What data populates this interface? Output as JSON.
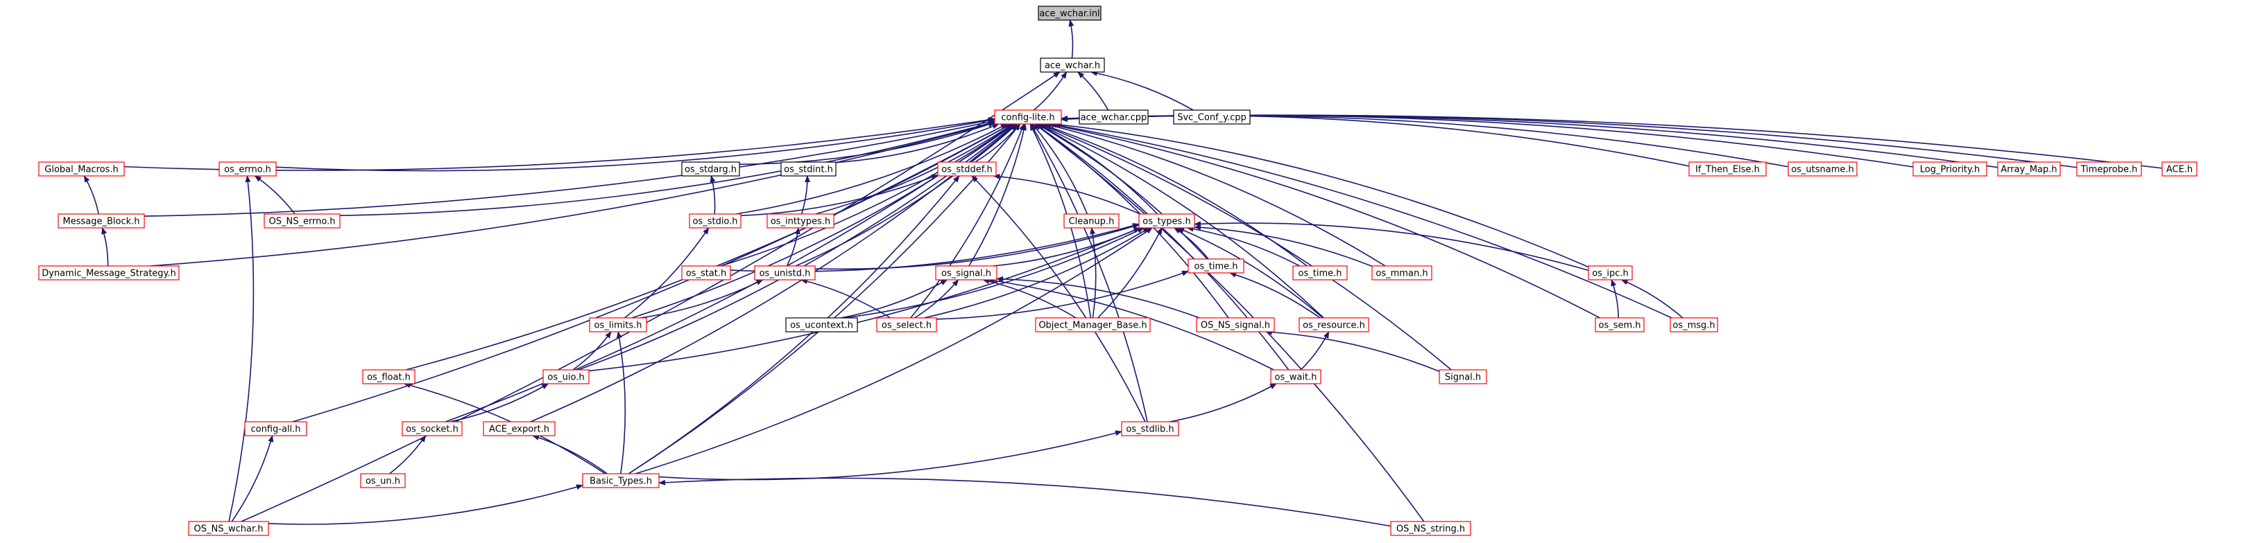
{
  "diagram": {
    "colors": {
      "edge": "#191970",
      "node_border_red": "#ff0000",
      "node_border_black": "#000000",
      "root_fill": "#bfbfbf",
      "node_fill": "#ffffff",
      "text": "#000000"
    },
    "nodes": [
      {
        "id": "ace_wchar_inl",
        "label": "ace_wchar.inl",
        "style": "root"
      },
      {
        "id": "ace_wchar_h",
        "label": "ace_wchar.h",
        "style": "black"
      },
      {
        "id": "config_lite_h",
        "label": "config-lite.h",
        "style": "red"
      },
      {
        "id": "ace_wchar_cpp",
        "label": "ace_wchar.cpp",
        "style": "black"
      },
      {
        "id": "svc_conf_y_cpp",
        "label": "Svc_Conf_y.cpp",
        "style": "black"
      },
      {
        "id": "global_macros_h",
        "label": "Global_Macros.h",
        "style": "red"
      },
      {
        "id": "os_errno_h",
        "label": "os_errno.h",
        "style": "red"
      },
      {
        "id": "os_stdarg_h",
        "label": "os_stdarg.h",
        "style": "black"
      },
      {
        "id": "os_stdint_h",
        "label": "os_stdint.h",
        "style": "black"
      },
      {
        "id": "os_stddef_h",
        "label": "os_stddef.h",
        "style": "red"
      },
      {
        "id": "if_then_else_h",
        "label": "If_Then_Else.h",
        "style": "red"
      },
      {
        "id": "os_utsname_h",
        "label": "os_utsname.h",
        "style": "red"
      },
      {
        "id": "log_priority_h",
        "label": "Log_Priority.h",
        "style": "red"
      },
      {
        "id": "array_map_h",
        "label": "Array_Map.h",
        "style": "red"
      },
      {
        "id": "timeprobe_h",
        "label": "Timeprobe.h",
        "style": "red"
      },
      {
        "id": "ace_h",
        "label": "ACE.h",
        "style": "red"
      },
      {
        "id": "message_block_h",
        "label": "Message_Block.h",
        "style": "red"
      },
      {
        "id": "os_ns_errno_h",
        "label": "OS_NS_errno.h",
        "style": "red"
      },
      {
        "id": "os_stdio_h",
        "label": "os_stdio.h",
        "style": "red"
      },
      {
        "id": "os_inttypes_h",
        "label": "os_inttypes.h",
        "style": "red"
      },
      {
        "id": "cleanup_h",
        "label": "Cleanup.h",
        "style": "red"
      },
      {
        "id": "os_types_h",
        "label": "os_types.h",
        "style": "red"
      },
      {
        "id": "dynamic_message_strategy_h",
        "label": "Dynamic_Message_Strategy.h",
        "style": "red"
      },
      {
        "id": "os_stat_h",
        "label": "os_stat.h",
        "style": "red"
      },
      {
        "id": "os_unistd_h",
        "label": "os_unistd.h",
        "style": "red"
      },
      {
        "id": "os_signal_h",
        "label": "os_signal.h",
        "style": "red"
      },
      {
        "id": "os_time_h",
        "label": "os_time.h",
        "style": "red"
      },
      {
        "id": "os_time_h2",
        "label": "os_time.h",
        "style": "red"
      },
      {
        "id": "os_mman_h",
        "label": "os_mman.h",
        "style": "red"
      },
      {
        "id": "os_ipc_h",
        "label": "os_ipc.h",
        "style": "red"
      },
      {
        "id": "os_limits_h",
        "label": "os_limits.h",
        "style": "red"
      },
      {
        "id": "os_ucontext_h",
        "label": "os_ucontext.h",
        "style": "black"
      },
      {
        "id": "os_select_h",
        "label": "os_select.h",
        "style": "red"
      },
      {
        "id": "object_manager_base_h",
        "label": "Object_Manager_Base.h",
        "style": "red"
      },
      {
        "id": "os_ns_signal_h",
        "label": "OS_NS_signal.h",
        "style": "red"
      },
      {
        "id": "os_resource_h",
        "label": "os_resource.h",
        "style": "red"
      },
      {
        "id": "os_sem_h",
        "label": "os_sem.h",
        "style": "red"
      },
      {
        "id": "os_msg_h",
        "label": "os_msg.h",
        "style": "red"
      },
      {
        "id": "os_float_h",
        "label": "os_float.h",
        "style": "red"
      },
      {
        "id": "os_uio_h",
        "label": "os_uio.h",
        "style": "red"
      },
      {
        "id": "os_wait_h",
        "label": "os_wait.h",
        "style": "red"
      },
      {
        "id": "signal_h",
        "label": "Signal.h",
        "style": "red"
      },
      {
        "id": "config_all_h",
        "label": "config-all.h",
        "style": "red"
      },
      {
        "id": "os_socket_h",
        "label": "os_socket.h",
        "style": "red"
      },
      {
        "id": "ace_export_h",
        "label": "ACE_export.h",
        "style": "red"
      },
      {
        "id": "os_stdlib_h",
        "label": "os_stdlib.h",
        "style": "red"
      },
      {
        "id": "os_un_h",
        "label": "os_un.h",
        "style": "red"
      },
      {
        "id": "basic_types_h",
        "label": "Basic_Types.h",
        "style": "red"
      },
      {
        "id": "os_ns_wchar_h",
        "label": "OS_NS_wchar.h",
        "style": "red"
      },
      {
        "id": "os_ns_string_h",
        "label": "OS_NS_string.h",
        "style": "red"
      }
    ],
    "edges": [
      {
        "from": "ace_wchar_h",
        "to": "ace_wchar_inl"
      },
      {
        "from": "config_lite_h",
        "to": "ace_wchar_h"
      },
      {
        "from": "ace_wchar_cpp",
        "to": "ace_wchar_h"
      },
      {
        "from": "svc_conf_y_cpp",
        "to": "ace_wchar_h"
      },
      {
        "from": "os_ns_wchar_h",
        "to": "ace_wchar_h"
      },
      {
        "from": "global_macros_h",
        "to": "config_lite_h"
      },
      {
        "from": "os_errno_h",
        "to": "config_lite_h"
      },
      {
        "from": "os_stdarg_h",
        "to": "config_lite_h"
      },
      {
        "from": "os_stdint_h",
        "to": "config_lite_h"
      },
      {
        "from": "os_stddef_h",
        "to": "config_lite_h"
      },
      {
        "from": "if_then_else_h",
        "to": "config_lite_h"
      },
      {
        "from": "os_utsname_h",
        "to": "config_lite_h"
      },
      {
        "from": "log_priority_h",
        "to": "config_lite_h"
      },
      {
        "from": "array_map_h",
        "to": "config_lite_h"
      },
      {
        "from": "timeprobe_h",
        "to": "config_lite_h"
      },
      {
        "from": "ace_h",
        "to": "config_lite_h"
      },
      {
        "from": "message_block_h",
        "to": "config_lite_h"
      },
      {
        "from": "os_ns_errno_h",
        "to": "config_lite_h"
      },
      {
        "from": "os_stdio_h",
        "to": "config_lite_h"
      },
      {
        "from": "os_inttypes_h",
        "to": "config_lite_h"
      },
      {
        "from": "cleanup_h",
        "to": "config_lite_h"
      },
      {
        "from": "os_types_h",
        "to": "config_lite_h"
      },
      {
        "from": "dynamic_message_strategy_h",
        "to": "config_lite_h"
      },
      {
        "from": "os_stat_h",
        "to": "config_lite_h"
      },
      {
        "from": "os_unistd_h",
        "to": "config_lite_h"
      },
      {
        "from": "os_signal_h",
        "to": "config_lite_h"
      },
      {
        "from": "os_time_h",
        "to": "config_lite_h"
      },
      {
        "from": "os_time_h2",
        "to": "config_lite_h"
      },
      {
        "from": "os_mman_h",
        "to": "config_lite_h"
      },
      {
        "from": "os_ipc_h",
        "to": "config_lite_h"
      },
      {
        "from": "os_limits_h",
        "to": "config_lite_h"
      },
      {
        "from": "os_select_h",
        "to": "config_lite_h"
      },
      {
        "from": "object_manager_base_h",
        "to": "config_lite_h"
      },
      {
        "from": "os_ns_signal_h",
        "to": "config_lite_h"
      },
      {
        "from": "os_resource_h",
        "to": "config_lite_h"
      },
      {
        "from": "os_sem_h",
        "to": "config_lite_h"
      },
      {
        "from": "os_msg_h",
        "to": "config_lite_h"
      },
      {
        "from": "os_float_h",
        "to": "config_lite_h"
      },
      {
        "from": "os_uio_h",
        "to": "config_lite_h"
      },
      {
        "from": "os_wait_h",
        "to": "config_lite_h"
      },
      {
        "from": "signal_h",
        "to": "config_lite_h"
      },
      {
        "from": "config_all_h",
        "to": "config_lite_h"
      },
      {
        "from": "os_socket_h",
        "to": "config_lite_h"
      },
      {
        "from": "ace_export_h",
        "to": "config_lite_h"
      },
      {
        "from": "os_stdlib_h",
        "to": "config_lite_h"
      },
      {
        "from": "basic_types_h",
        "to": "config_lite_h"
      },
      {
        "from": "os_ns_string_h",
        "to": "config_lite_h"
      },
      {
        "from": "message_block_h",
        "to": "global_macros_h"
      },
      {
        "from": "dynamic_message_strategy_h",
        "to": "message_block_h"
      },
      {
        "from": "os_ns_errno_h",
        "to": "os_errno_h"
      },
      {
        "from": "os_ns_wchar_h",
        "to": "os_errno_h"
      },
      {
        "from": "os_stdio_h",
        "to": "os_stdarg_h"
      },
      {
        "from": "os_inttypes_h",
        "to": "os_stdint_h"
      },
      {
        "from": "os_stdio_h",
        "to": "os_stddef_h"
      },
      {
        "from": "os_types_h",
        "to": "os_stddef_h"
      },
      {
        "from": "basic_types_h",
        "to": "os_stddef_h"
      },
      {
        "from": "os_stdlib_h",
        "to": "os_stddef_h"
      },
      {
        "from": "os_limits_h",
        "to": "os_stdio_h"
      },
      {
        "from": "os_unistd_h",
        "to": "os_inttypes_h"
      },
      {
        "from": "object_manager_base_h",
        "to": "cleanup_h"
      },
      {
        "from": "os_stat_h",
        "to": "os_types_h"
      },
      {
        "from": "os_unistd_h",
        "to": "os_types_h"
      },
      {
        "from": "os_signal_h",
        "to": "os_types_h"
      },
      {
        "from": "os_time_h",
        "to": "os_types_h"
      },
      {
        "from": "os_time_h2",
        "to": "os_types_h"
      },
      {
        "from": "os_mman_h",
        "to": "os_types_h"
      },
      {
        "from": "os_ipc_h",
        "to": "os_types_h"
      },
      {
        "from": "os_ucontext_h",
        "to": "os_types_h"
      },
      {
        "from": "os_select_h",
        "to": "os_types_h"
      },
      {
        "from": "object_manager_base_h",
        "to": "os_types_h"
      },
      {
        "from": "os_resource_h",
        "to": "os_types_h"
      },
      {
        "from": "os_uio_h",
        "to": "os_types_h"
      },
      {
        "from": "basic_types_h",
        "to": "os_types_h"
      },
      {
        "from": "os_limits_h",
        "to": "os_unistd_h"
      },
      {
        "from": "os_select_h",
        "to": "os_unistd_h"
      },
      {
        "from": "os_ucontext_h",
        "to": "os_signal_h"
      },
      {
        "from": "os_select_h",
        "to": "os_signal_h"
      },
      {
        "from": "object_manager_base_h",
        "to": "os_signal_h"
      },
      {
        "from": "os_ns_signal_h",
        "to": "os_signal_h"
      },
      {
        "from": "os_wait_h",
        "to": "os_signal_h"
      },
      {
        "from": "os_select_h",
        "to": "os_time_h"
      },
      {
        "from": "os_resource_h",
        "to": "os_time_h"
      },
      {
        "from": "os_sem_h",
        "to": "os_ipc_h"
      },
      {
        "from": "os_msg_h",
        "to": "os_ipc_h"
      },
      {
        "from": "os_uio_h",
        "to": "os_limits_h"
      },
      {
        "from": "basic_types_h",
        "to": "os_limits_h"
      },
      {
        "from": "os_wait_h",
        "to": "os_resource_h"
      },
      {
        "from": "signal_h",
        "to": "os_ns_signal_h"
      },
      {
        "from": "os_socket_h",
        "to": "os_uio_h"
      },
      {
        "from": "os_stdlib_h",
        "to": "os_wait_h"
      },
      {
        "from": "basic_types_h",
        "to": "os_float_h"
      },
      {
        "from": "os_ns_wchar_h",
        "to": "config_all_h"
      },
      {
        "from": "os_un_h",
        "to": "os_socket_h"
      },
      {
        "from": "basic_types_h",
        "to": "ace_export_h"
      },
      {
        "from": "basic_types_h",
        "to": "os_stdlib_h"
      },
      {
        "from": "os_ns_wchar_h",
        "to": "basic_types_h"
      },
      {
        "from": "os_ns_string_h",
        "to": "basic_types_h"
      }
    ]
  }
}
